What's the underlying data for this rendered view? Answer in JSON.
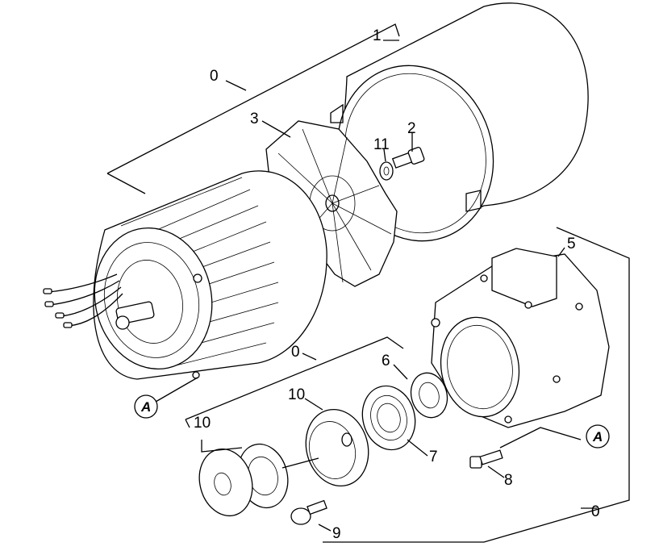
{
  "diagram": {
    "part_labels": {
      "p0_top": "0",
      "p1": "1",
      "p2": "2",
      "p3": "3",
      "p11": "11",
      "p5": "5",
      "p0_mid": "0",
      "p6": "6",
      "p10_a": "10",
      "p10_b": "10",
      "p7": "7",
      "p8": "8",
      "p9": "9",
      "p0_bottom": "0"
    },
    "callouts": {
      "left": "A",
      "right": "A"
    },
    "colors": {
      "ink": "#000000",
      "paper": "#ffffff"
    }
  }
}
